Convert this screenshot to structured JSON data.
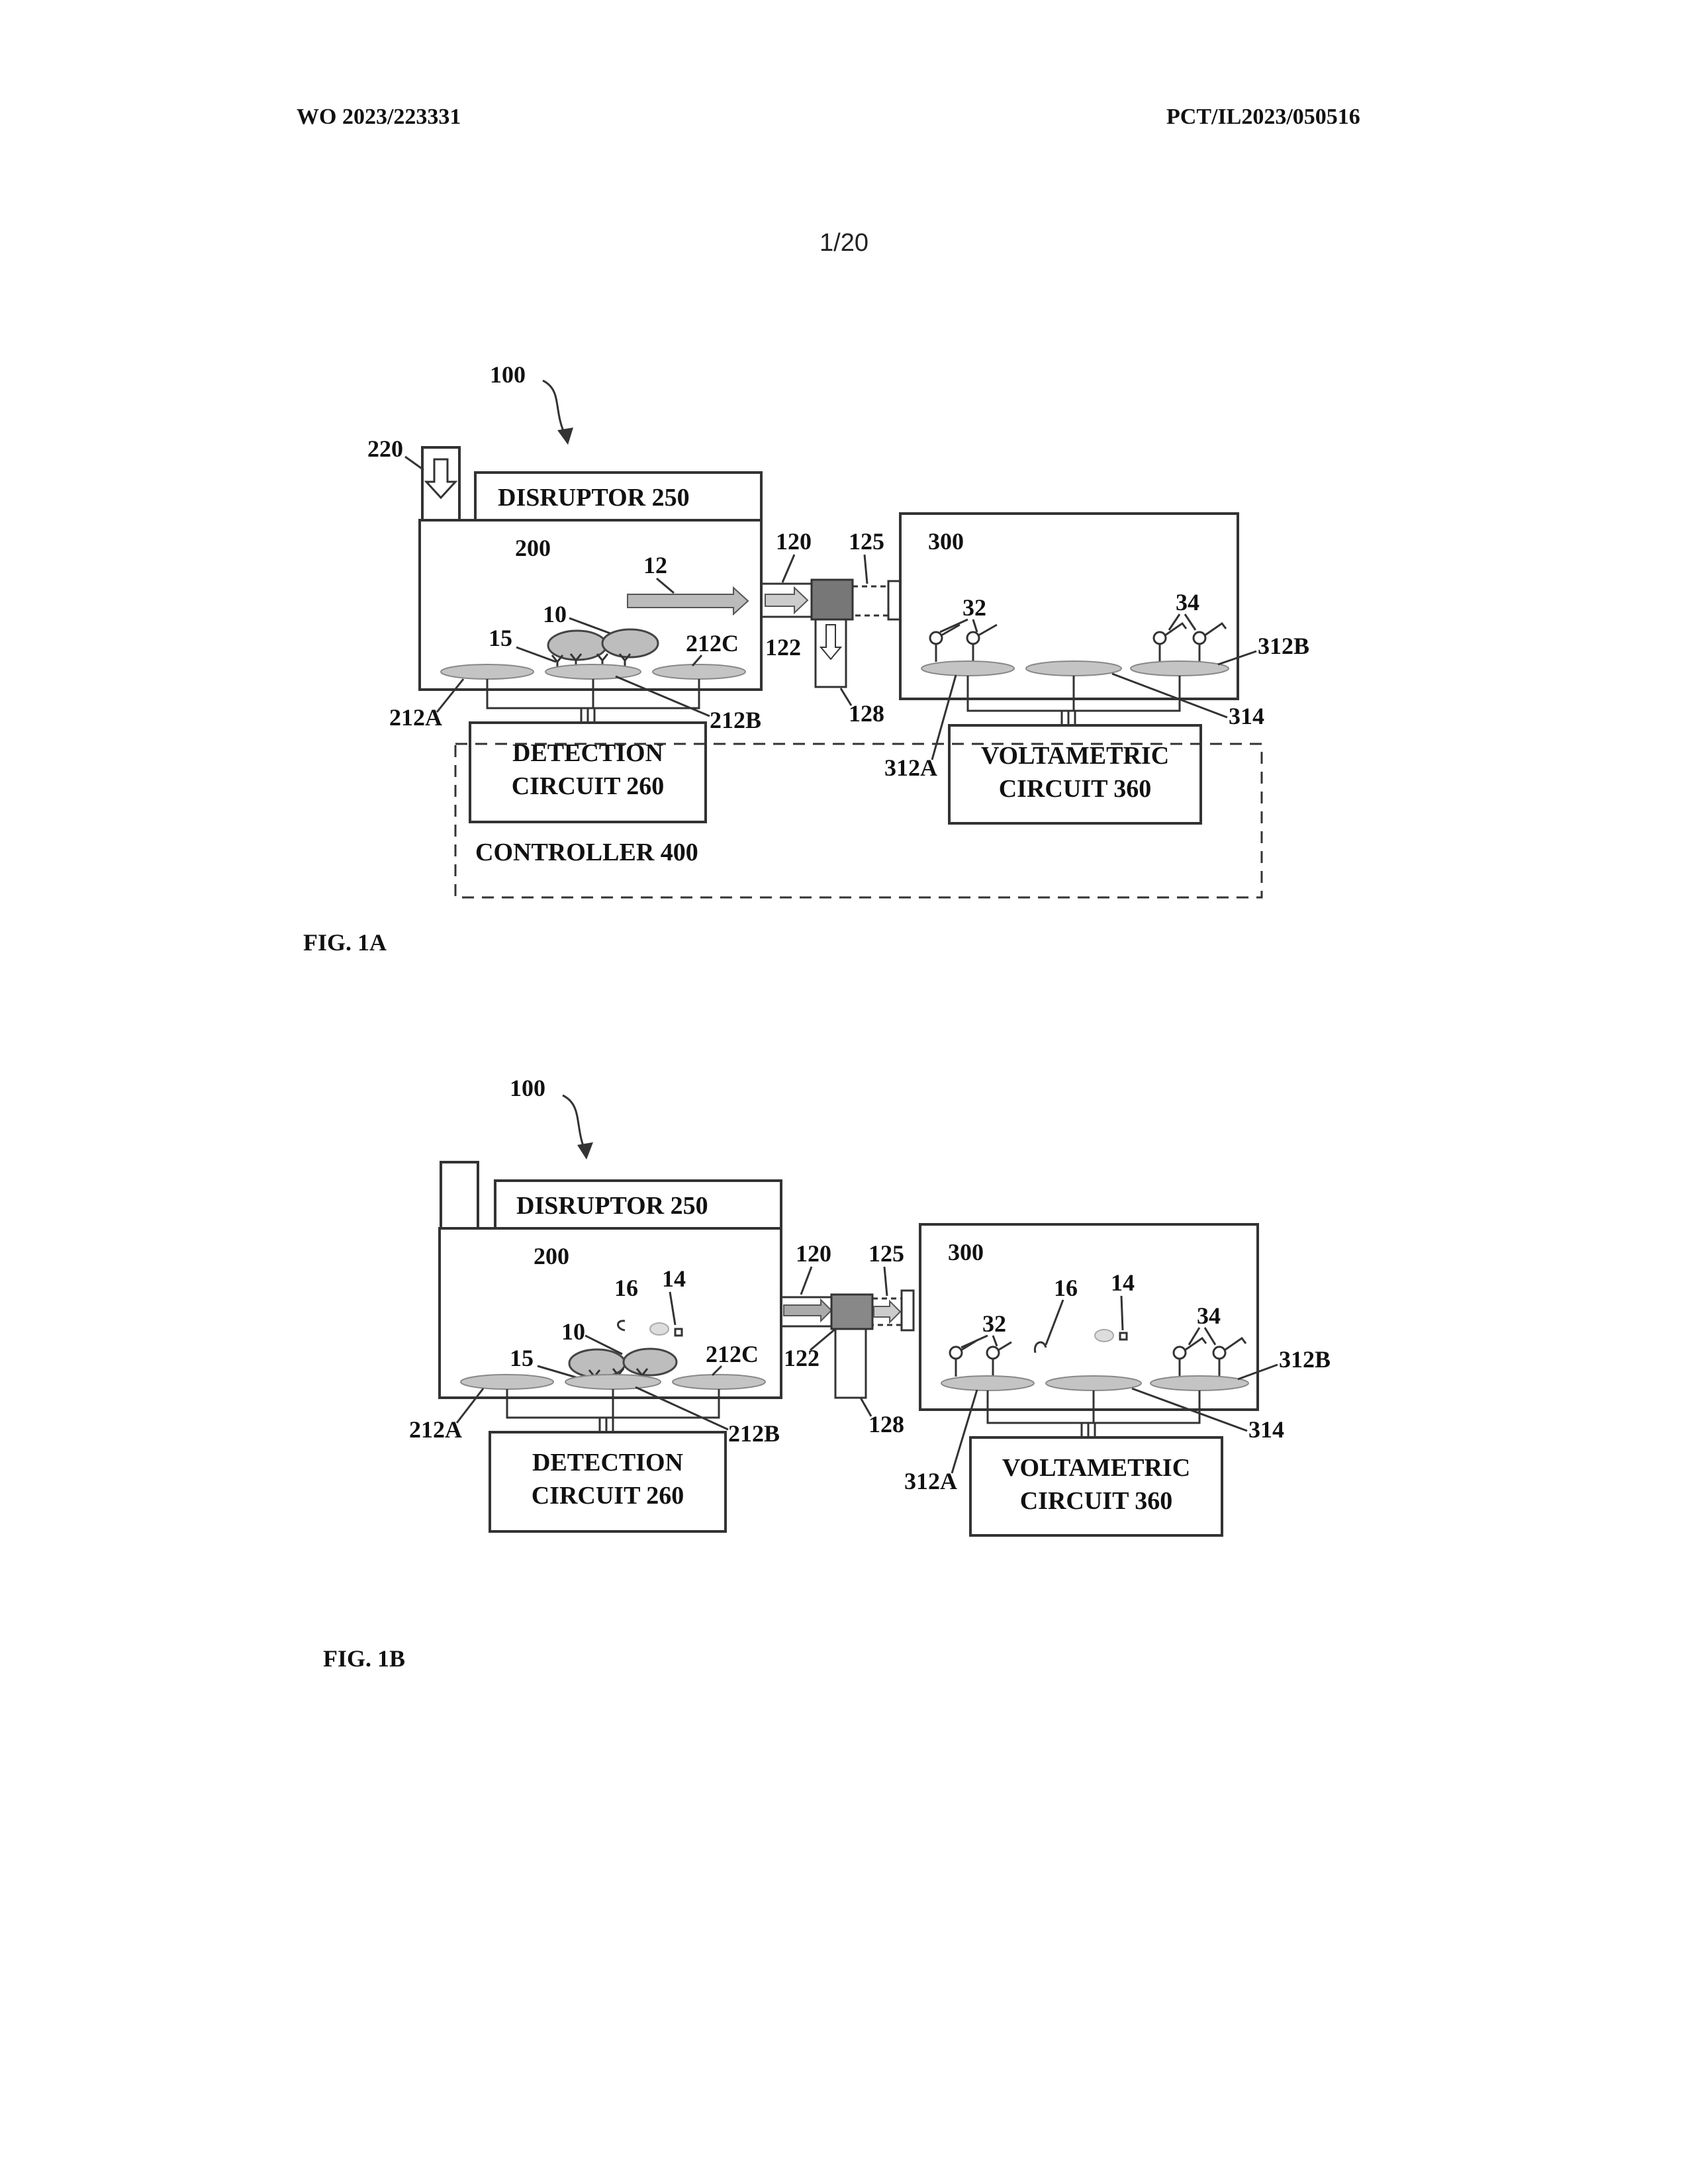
{
  "header": {
    "publication_number": "WO 2023/223331",
    "application_number": "PCT/IL2023/050516",
    "page": "1/20"
  },
  "figure_1a": {
    "caption": "FIG. 1A",
    "labels": {
      "system": "100",
      "inlet": "220",
      "disruptor": "DISRUPTOR 250",
      "chamber1": "200",
      "flow": "12",
      "cells": "10",
      "receptors": "15",
      "e212a": "212A",
      "e212b": "212B",
      "e212c": "212C",
      "channel": "120",
      "valve": "125",
      "valve_block": "122",
      "waste": "128",
      "chamber2": "300",
      "probes32": "32",
      "probes34": "34",
      "e312a": "312A",
      "e312b": "312B",
      "e314": "314",
      "detection_line1": "DETECTION",
      "detection_line2": "CIRCUIT 260",
      "volt_line1": "VOLTAMETRIC",
      "volt_line2": "CIRCUIT 360",
      "controller": "CONTROLLER 400"
    }
  },
  "figure_1b": {
    "caption": "FIG. 1B",
    "labels": {
      "system": "100",
      "disruptor": "DISRUPTOR 250",
      "chamber1": "200",
      "m16a": "16",
      "m14a": "14",
      "cells": "10",
      "receptors": "15",
      "e212a": "212A",
      "e212b": "212B",
      "e212c": "212C",
      "channel": "120",
      "valve": "125",
      "valve_block": "122",
      "waste": "128",
      "chamber2": "300",
      "m16b": "16",
      "m14b": "14",
      "probes32": "32",
      "probes34": "34",
      "e312a": "312A",
      "e312b": "312B",
      "e314": "314",
      "detection_line1": "DETECTION",
      "detection_line2": "CIRCUIT 260",
      "volt_line1": "VOLTAMETRIC",
      "volt_line2": "CIRCUIT 360"
    }
  }
}
